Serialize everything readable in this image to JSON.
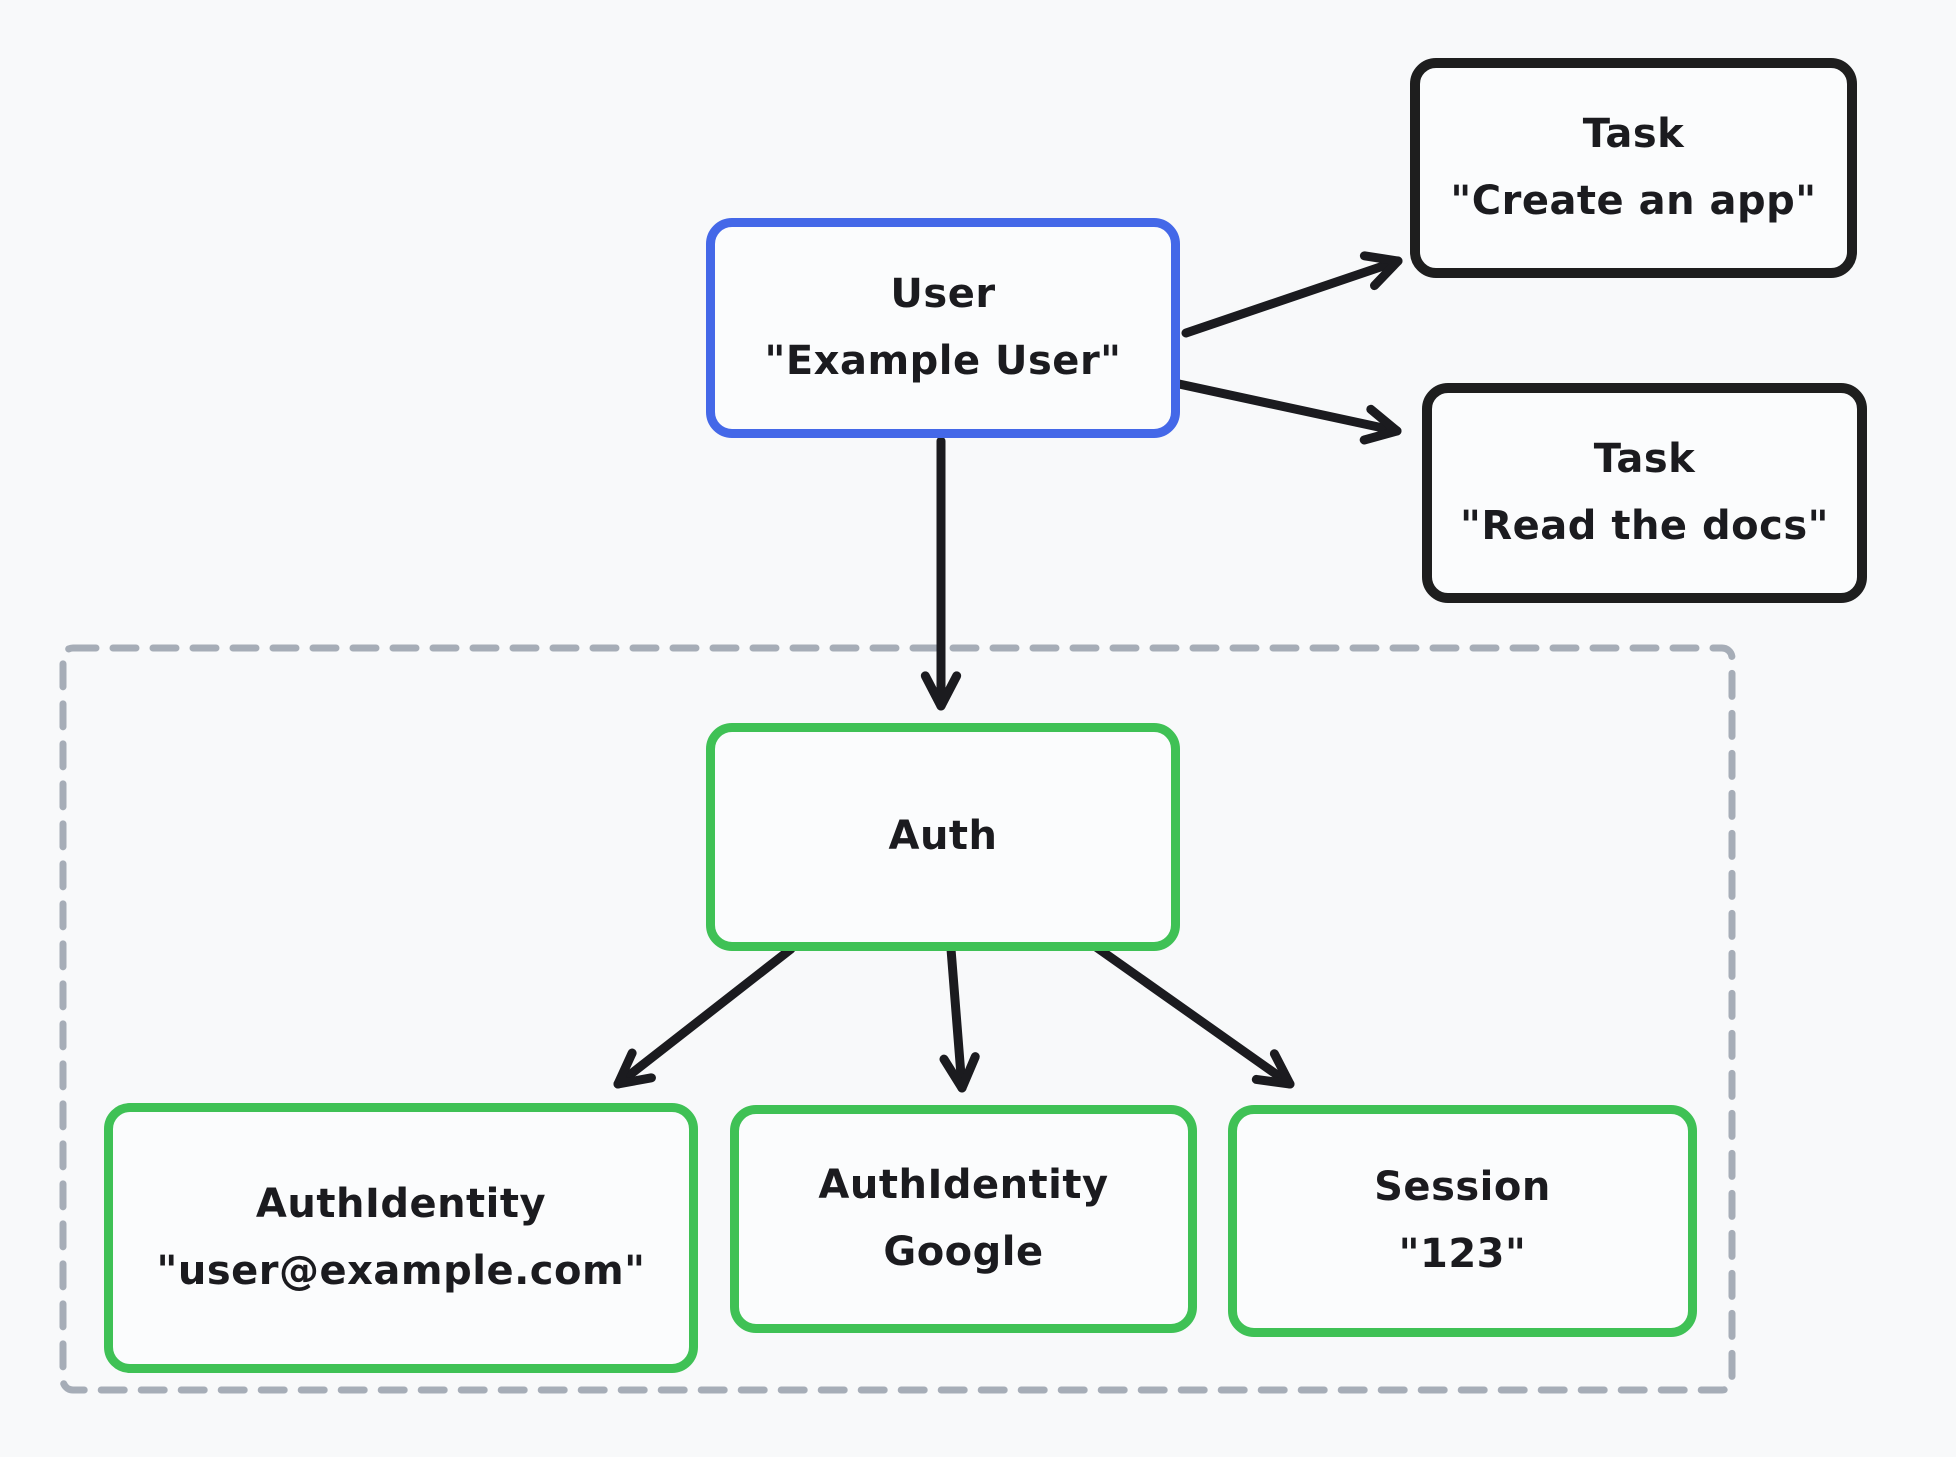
{
  "diagram": {
    "nodes": {
      "user": {
        "label": "User",
        "value": "\"Example User\""
      },
      "task_create": {
        "label": "Task",
        "value": "\"Create an app\""
      },
      "task_read": {
        "label": "Task",
        "value": "\"Read the docs\""
      },
      "auth": {
        "label": "Auth",
        "value": ""
      },
      "auth_identity_email": {
        "label": "AuthIdentity",
        "value": "\"user@example.com\""
      },
      "auth_identity_google": {
        "label": "AuthIdentity",
        "value": "Google"
      },
      "session": {
        "label": "Session",
        "value": "\"123\""
      }
    },
    "edges": [
      {
        "from": "user",
        "to": "task_create"
      },
      {
        "from": "user",
        "to": "task_read"
      },
      {
        "from": "user",
        "to": "auth"
      },
      {
        "from": "auth",
        "to": "auth_identity_email"
      },
      {
        "from": "auth",
        "to": "auth_identity_google"
      },
      {
        "from": "auth",
        "to": "session"
      }
    ],
    "groups": [
      {
        "id": "auth_group",
        "border_style": "dashed",
        "contains": [
          "auth",
          "auth_identity_email",
          "auth_identity_google",
          "session"
        ]
      }
    ]
  },
  "colors": {
    "background": "#f8f9fa",
    "node_fill": "#fbfcfd",
    "text": "#1b1b1f",
    "user_border_blue": "#4468e8",
    "task_border_black": "#1e1e1e",
    "auth_border_green": "#3fc155",
    "arrow_black": "#1b1b1f",
    "group_dash_gray": "#a6adb7"
  }
}
